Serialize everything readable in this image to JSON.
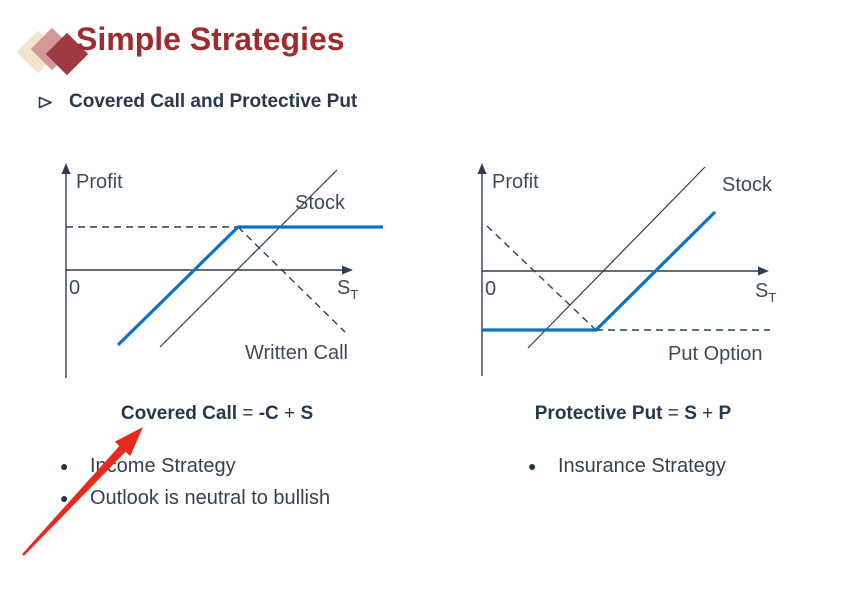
{
  "slide": {
    "title": "Simple Strategies",
    "heading": "Covered Call and Protective Put",
    "bullet_glyph": "●"
  },
  "colors": {
    "title_red": "#9e2b2d",
    "accent_blue": "#0c73c2",
    "line_dark": "#2e3f51",
    "text_dark": "#33424f",
    "arrow_red": "#ea281c",
    "logo_cream": "#f2e4c6",
    "logo_pink": "#d5959c",
    "logo_dark_red": "#9d3a42"
  },
  "icons": {
    "heading_bullet": "chevron-right-outline-icon",
    "list_bullet": "filled-circle-icon",
    "annotation": "red-arrow-up-right-icon"
  },
  "left_chart": {
    "y_axis_label": "Profit",
    "origin_label": "0",
    "x_axis_label_main": "S",
    "x_axis_label_sub": "T",
    "stock_label": "Stock",
    "payoff_label": "Written Call",
    "blue_line_meaning": "covered call payoff: rising then flat cap",
    "formula": {
      "name": "Covered Call",
      "eq": "=",
      "term1": "-C",
      "plus": "+",
      "term2": "S"
    },
    "bullets": [
      "Income Strategy",
      "Outlook is neutral to bullish"
    ]
  },
  "right_chart": {
    "y_axis_label": "Profit",
    "origin_label": "0",
    "x_axis_label_main": "S",
    "x_axis_label_sub": "T",
    "stock_label": "Stock",
    "payoff_label": "Put Option",
    "blue_line_meaning": "protective put payoff: flat floor then rising",
    "formula": {
      "name": "Protective Put",
      "eq": "=",
      "term1": "S",
      "plus": "+",
      "term2": "P"
    },
    "bullets": [
      "Insurance Strategy"
    ]
  }
}
